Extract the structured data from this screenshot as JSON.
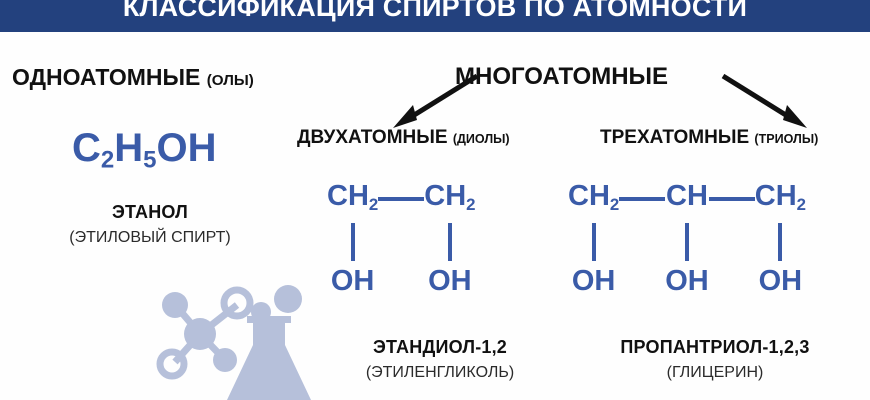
{
  "banner": {
    "title": "КЛАССИФИКАЦИЯ СПИРТОВ ПО АТОМНОСТИ",
    "background_color": "#23417e",
    "text_color": "#ffffff"
  },
  "theme": {
    "formula_blue": "#3a5ba8",
    "heading_black": "#111111",
    "page_background": "#fefefe",
    "watermark_color": "#b6c0da"
  },
  "branches": {
    "monohydric": {
      "heading_main": "ОДНОАТОМНЫЕ",
      "heading_suffix": "(ОЛЫ)",
      "formula": {
        "c": "C",
        "c_sub": "2",
        "h": "H",
        "h_sub": "5",
        "oh": "OH"
      },
      "name": "ЭТАНОЛ",
      "alt_name": "(ЭТИЛОВЫЙ СПИРТ)"
    },
    "polyhydric": {
      "heading": "МНОГОАТОМНЫЕ",
      "arrow_left": "arrow-down-left-icon",
      "arrow_right": "arrow-down-right-icon",
      "diols": {
        "heading_main": "ДВУХАТОМНЫЕ",
        "heading_suffix": "(ДИОЛЫ)",
        "structure": {
          "atoms": [
            "CH",
            "CH"
          ],
          "atom_subs": [
            "2",
            "2"
          ],
          "hydroxyls": [
            "OH",
            "OH"
          ],
          "bonds": 1
        },
        "name": "ЭТАНДИОЛ-1,2",
        "alt_name": "(ЭТИЛЕНГЛИКОЛЬ)"
      },
      "triols": {
        "heading_main": "ТРЕХАТОМНЫЕ",
        "heading_suffix": "(ТРИОЛЫ)",
        "structure": {
          "atoms": [
            "CH",
            "CH",
            "CH"
          ],
          "atom_subs": [
            "2",
            "",
            "2"
          ],
          "hydroxyls": [
            "OH",
            "OH",
            "OH"
          ],
          "bonds": 2
        },
        "name": "ПРОПАНТРИОЛ-1,2,3",
        "alt_name": "(ГЛИЦЕРИН)"
      }
    }
  },
  "decoration": {
    "watermark": "molecule-flask-icon"
  }
}
